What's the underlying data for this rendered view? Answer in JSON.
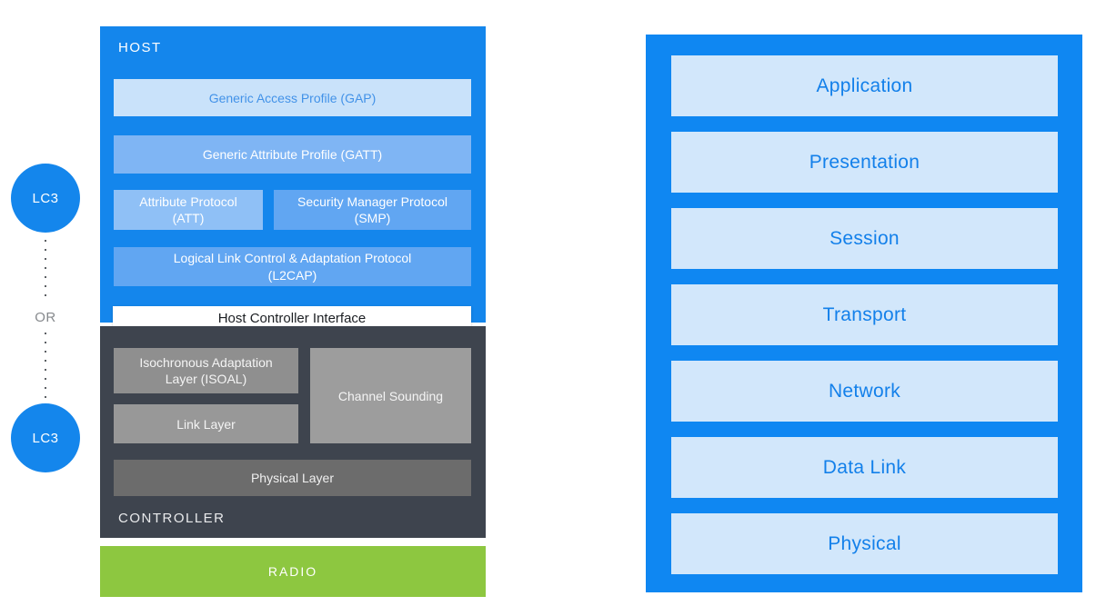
{
  "colors": {
    "page_bg": "#ffffff",
    "brand_blue": "#1486ec",
    "host_blue": "#1486ec",
    "gap_bg": "#c9e2fa",
    "gap_text": "#4292e8",
    "gatt_bg": "#7fb5f4",
    "att_bg": "#8fc0f6",
    "smp_bg": "#61a6f2",
    "l2cap_bg": "#61a6f2",
    "hci_text": "#1c1f23",
    "controller_bg": "#3e444e",
    "isoal_bg": "#8f8f8f",
    "channel_bg": "#9d9d9d",
    "link_bg": "#989898",
    "phy_bg": "#6c6c6c",
    "radio_green": "#8dc740",
    "osi_outer": "#0f87f2",
    "osi_inner_bg": "#d2e7fb",
    "osi_text": "#1380ea",
    "or_gray": "#86898d",
    "dot_gray": "#5c6064"
  },
  "lc3": {
    "top_label": "LC3",
    "or_label": "OR",
    "bottom_label": "LC3"
  },
  "bluetooth_stack": {
    "host": {
      "title": "HOST",
      "gap": "Generic Access Profile (GAP)",
      "gatt": "Generic Attribute Profile (GATT)",
      "att_lines": [
        "Attribute Protocol",
        "(ATT)"
      ],
      "smp_lines": [
        "Security Manager Protocol",
        "(SMP)"
      ],
      "l2cap_lines": [
        "Logical Link Control & Adaptation Protocol",
        "(L2CAP)"
      ]
    },
    "hci": "Host Controller Interface",
    "controller": {
      "title": "CONTROLLER",
      "isoal_lines": [
        "Isochronous Adaptation",
        "Layer (ISOAL)"
      ],
      "channel_sounding": "Channel Sounding",
      "link_layer": "Link Layer",
      "physical_layer": "Physical Layer"
    },
    "radio": "RADIO"
  },
  "osi_model": {
    "layers": [
      "Application",
      "Presentation",
      "Session",
      "Transport",
      "Network",
      "Data Link",
      "Physical"
    ]
  }
}
